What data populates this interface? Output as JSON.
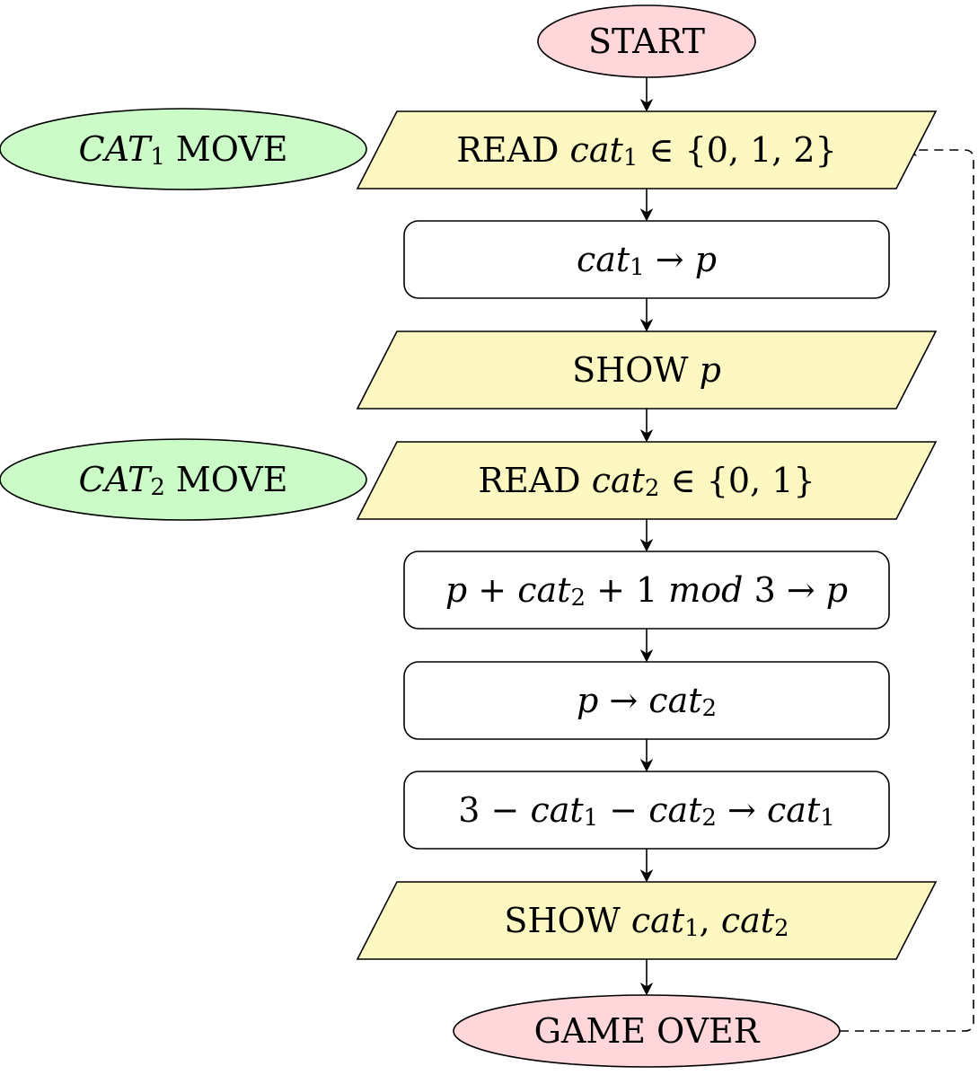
{
  "start": "START",
  "end": "GAME OVER",
  "labels": {
    "cat1_move": {
      "name": "CAT",
      "sub": "1",
      "rest": "MOVE"
    },
    "cat2_move": {
      "name": "CAT",
      "sub": "2",
      "rest": "MOVE"
    }
  },
  "steps": [
    {
      "kind": "io",
      "parts": [
        {
          "t": "READ ",
          "s": "r"
        },
        {
          "t": "cat",
          "s": "i"
        },
        {
          "t": "1",
          "s": "sub"
        },
        {
          "t": " ∈ {0, 1, 2}",
          "s": "r"
        }
      ]
    },
    {
      "kind": "process",
      "parts": [
        {
          "t": "cat",
          "s": "i"
        },
        {
          "t": "1",
          "s": "sub"
        },
        {
          "t": " → ",
          "s": "r"
        },
        {
          "t": "p",
          "s": "i"
        }
      ]
    },
    {
      "kind": "io",
      "parts": [
        {
          "t": "SHOW ",
          "s": "r"
        },
        {
          "t": "p",
          "s": "i"
        }
      ]
    },
    {
      "kind": "io",
      "parts": [
        {
          "t": "READ ",
          "s": "r"
        },
        {
          "t": "cat",
          "s": "i"
        },
        {
          "t": "2",
          "s": "sub"
        },
        {
          "t": " ∈ {0, 1}",
          "s": "r"
        }
      ]
    },
    {
      "kind": "process",
      "parts": [
        {
          "t": "p",
          "s": "i"
        },
        {
          "t": " + ",
          "s": "r"
        },
        {
          "t": "cat",
          "s": "i"
        },
        {
          "t": "2",
          "s": "sub"
        },
        {
          "t": " + 1 ",
          "s": "r"
        },
        {
          "t": "mod",
          "s": "i"
        },
        {
          "t": " 3 → ",
          "s": "r"
        },
        {
          "t": "p",
          "s": "i"
        }
      ]
    },
    {
      "kind": "process",
      "parts": [
        {
          "t": "p",
          "s": "i"
        },
        {
          "t": " → ",
          "s": "r"
        },
        {
          "t": "cat",
          "s": "i"
        },
        {
          "t": "2",
          "s": "sub"
        }
      ]
    },
    {
      "kind": "process",
      "parts": [
        {
          "t": "3 − ",
          "s": "r"
        },
        {
          "t": "cat",
          "s": "i"
        },
        {
          "t": "1",
          "s": "sub"
        },
        {
          "t": " − ",
          "s": "r"
        },
        {
          "t": "cat",
          "s": "i"
        },
        {
          "t": "2",
          "s": "sub"
        },
        {
          "t": " → ",
          "s": "r"
        },
        {
          "t": "cat",
          "s": "i"
        },
        {
          "t": "1",
          "s": "sub"
        }
      ]
    },
    {
      "kind": "io",
      "parts": [
        {
          "t": "SHOW ",
          "s": "r"
        },
        {
          "t": "cat",
          "s": "i"
        },
        {
          "t": "1",
          "s": "sub"
        },
        {
          "t": ", ",
          "s": "r"
        },
        {
          "t": "cat",
          "s": "i"
        },
        {
          "t": "2",
          "s": "sub"
        }
      ]
    }
  ],
  "colors": {
    "terminal_fill": "#ffd6da",
    "io_fill": "#fdf8c2",
    "label_fill": "#cbfcc8",
    "process_fill": "#ffffff",
    "stroke": "#000000"
  }
}
